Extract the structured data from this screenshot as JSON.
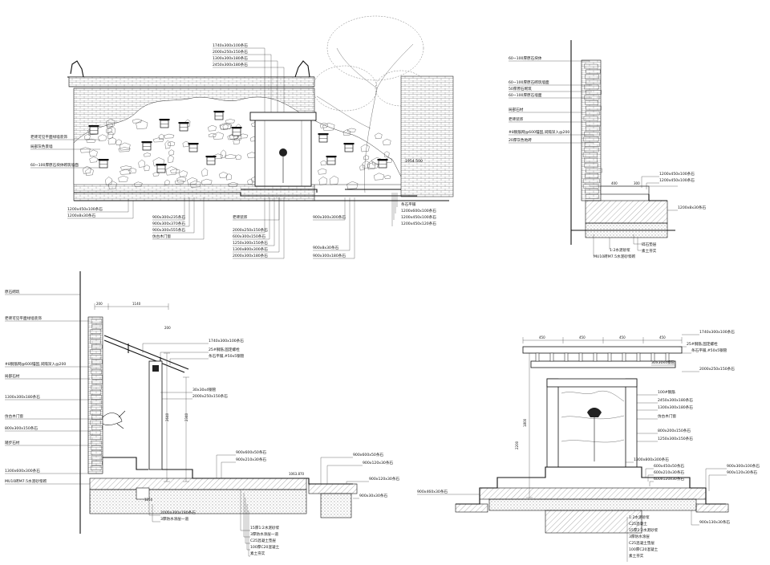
{
  "drawing": {
    "elevation_a": {
      "labels_left": [
        "老砖可见平面绿墙装饰",
        "局部灰色景墙",
        "60~100厚原石块体砌筑墙面"
      ],
      "labels_top": [
        "1740x300x100条石",
        "2000x250x150条石",
        "1300x300x180条石",
        "2450x300x180条石"
      ],
      "labels_bottom_left": [
        "1200x450x100条石",
        "1200x8x30条石"
      ],
      "labels_bottom": [
        "900x300x235条石",
        "900x300x370条石",
        "900x300x555条石",
        "老砖装饰",
        "仿古木门窗",
        "2000x250x150条石",
        "600x300x150条石",
        "1250x300x150条石",
        "1300x800x300条石",
        "2000x300x180条石",
        "900x300x300条石",
        "900x8x30条石",
        "900x300x180条石"
      ],
      "labels_right": [
        "1954.500",
        "条石平铺",
        "1200x600x100条石",
        "1200x450x100条石",
        "1200x450x120条石"
      ]
    },
    "section_b": {
      "labels_left": [
        "60~100厚原石块体",
        "60~100厚原石砌筑墙面",
        "50厚原石砌筑",
        "60~100厚原石墙面",
        "局部石材",
        "老砖装饰",
        "#8钢筋网@600锚固,间隔深入@200",
        "20厚灰色地砖"
      ],
      "labels_right": [
        "1200x450x100条石",
        "1200x450x100条石",
        "1200x8x30条石"
      ],
      "labels_bottom": [
        "1:2水泥砂浆",
        "MU10砖M7.5水泥砂浆砌",
        "素土夯实",
        "碎石垫层"
      ]
    },
    "section_c": {
      "labels_left": [
        "原石砌筑",
        "老砖可见平面绿墙装饰",
        "#8钢筋网@600锚固,间隔深入@200",
        "局部石材",
        "1300x300x180条石",
        "仿古木门窗",
        "800x300x150条石",
        "踏步石材",
        "1300x600x300条石",
        "MU10砖M7.5水泥砂浆砌"
      ],
      "labels_right_top": [
        "1740x300x100条石",
        "25#钢筋,固定螺栓",
        "条石平铺,#50x5钢管",
        "30x30x4钢管",
        "2000x250x150条石"
      ],
      "labels_right_bottom": [
        "900x600x50条石",
        "900x210x30条石",
        "900x120x30条石",
        "900x30x30条石"
      ],
      "dims": [
        "200",
        "1140",
        "200",
        "2640",
        "2340",
        "1250",
        "1063.870"
      ],
      "labels_bottom": [
        "2000x300x180条石",
        "3厚防水涂层一道",
        "15厚1:2水泥砂浆",
        "3厚防水涂层一道",
        "C25混凝土垫层",
        "100厚C20混凝土",
        "素土夯实"
      ]
    },
    "section_d": {
      "labels_right_top": [
        "1740x300x100条石",
        "25#钢筋,固定螺栓",
        "条石平铺,#50x5钢管",
        "30x30x4钢管",
        "2000x250x150条石"
      ],
      "labels_right_mid": [
        "100#钢筋",
        "2450x300x180条石",
        "1300x300x180条石",
        "仿古木门窗",
        "800x200x150条石",
        "1250x300x150条石"
      ],
      "labels_right_low": [
        "1300x800x300条石",
        "600x450x50条石",
        "600x210x30条石",
        "600x120x30条石",
        "900x300x100条石",
        "900x120x30条石",
        "900x130x30条石"
      ],
      "labels_left": [
        "900x460x30条石"
      ],
      "labels_bottom": [
        "1:2水泥砂浆",
        "C25混凝土",
        "15厚1:2水泥砂浆",
        "3厚防水涂层",
        "C25混凝土垫层",
        "100厚C20混凝土",
        "素土夯实"
      ],
      "dims": [
        "450",
        "450",
        "450",
        "450",
        "1800",
        "2200"
      ]
    }
  }
}
